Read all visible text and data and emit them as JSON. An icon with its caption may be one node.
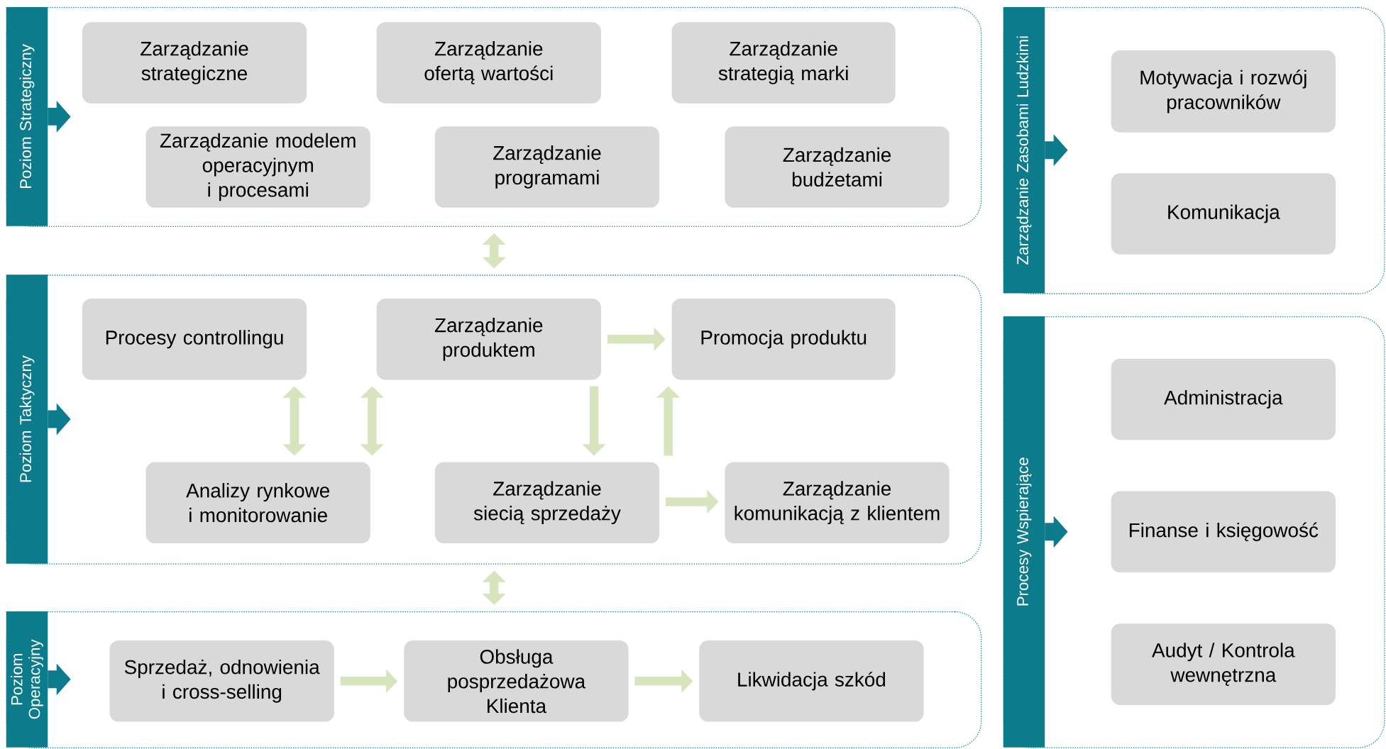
{
  "diagram": {
    "nodes": [
      {
        "text": [
          "Poziom Strategiczny"
        ]
      },
      {
        "text": [
          "Zarządzanie strategiczne"
        ],
        "in": 0
      },
      {
        "text": [
          "Zarządzanie ofertą wartości"
        ],
        "in": 0
      },
      {
        "text": [
          "Zarządzanie strategią marki"
        ],
        "in": 0
      },
      {
        "text": [
          "Zarządzanie modelem operacyjnym i procesami"
        ],
        "in": 0
      },
      {
        "text": [
          "Zarządzanie programami"
        ],
        "in": 0
      },
      {
        "text": [
          "Zarządzanie budżetami"
        ],
        "in": 0
      },
      {
        "text": [
          "Poziom Taktyczny"
        ]
      },
      {
        "text": [
          "Procesy controllingu"
        ],
        "in": 7
      },
      {
        "text": [
          "Zarządzanie produktem"
        ],
        "in": 7
      },
      {
        "text": [
          "Promocja produktu"
        ],
        "in": 7
      },
      {
        "text": [
          "Analizy rynkowe i monitorowanie"
        ],
        "in": 7
      },
      {
        "text": [
          "Zarządzanie siecią sprzedaży"
        ],
        "in": 7
      },
      {
        "text": [
          "Zarządzanie komunikacją z klientem"
        ],
        "in": 7
      },
      {
        "text": [
          "Poziom Operacyjny"
        ]
      },
      {
        "text": [
          "Sprzedaż, odnowienia i cross-selling"
        ],
        "in": 14
      },
      {
        "text": [
          "Obsługa posprzedażowa Klienta"
        ],
        "in": 14
      },
      {
        "text": [
          "Likwidacja szkód"
        ],
        "in": 14
      },
      {
        "text": [
          "Zarządzanie Zasobami Ludzkimi"
        ]
      },
      {
        "text": [
          "Motywacja i rozwój pracowników"
        ],
        "in": 18
      },
      {
        "text": [
          "Komunikacja"
        ],
        "in": 18
      },
      {
        "text": [
          "Procesy Wspierające"
        ]
      },
      {
        "text": [
          "Administracja"
        ],
        "in": 21
      },
      {
        "text": [
          "Finanse i księgowość"
        ],
        "in": 21
      },
      {
        "text": [
          "Audyt / Kontrola wewnętrzna"
        ],
        "in": 21
      }
    ],
    "edges": [
      {
        "from": 0,
        "to": 7,
        "arrow": "both"
      },
      {
        "from": 7,
        "to": 14,
        "arrow": "both"
      },
      {
        "from": 9,
        "to": 10,
        "arrow": "to"
      },
      {
        "from": 8,
        "to": 11,
        "arrow": "both"
      },
      {
        "from": 9,
        "to": 11,
        "arrow": "both"
      },
      {
        "from": 9,
        "to": 12,
        "arrow": "to"
      },
      {
        "from": 12,
        "to": 10,
        "arrow": "to"
      },
      {
        "from": 12,
        "to": 13,
        "arrow": "to"
      },
      {
        "from": 15,
        "to": 16,
        "arrow": "to"
      },
      {
        "from": 16,
        "to": 17,
        "arrow": "to"
      }
    ]
  }
}
